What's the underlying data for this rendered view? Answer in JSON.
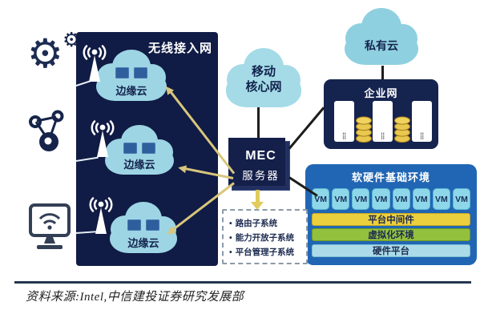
{
  "colors": {
    "navy_box": "#101c45",
    "edge_cloud_blue": "#9dd5e4",
    "core_cloud_blue": "#a4dbe7",
    "private_cloud_blue": "#8fd0e0",
    "mec_navy": "#223061",
    "enterprise_navy": "#15234f",
    "infra_blue": "#2166b4",
    "vm_cyan": "#8ed7e9",
    "middleware_yellow": "#eccf3d",
    "virtualization_green": "#93c13e",
    "hardware_cyan": "#abdbe9",
    "arrow_tan": "#d9c67c",
    "db_gold": "#e9c84f"
  },
  "icons": {
    "gear": "⚙"
  },
  "wireless_box": {
    "title": "无线接入网",
    "clouds": [
      {
        "label": "边缘云"
      },
      {
        "label": "边缘云"
      },
      {
        "label": "边缘云"
      }
    ]
  },
  "core_cloud": {
    "line1": "移动",
    "line2": "核心网"
  },
  "mec_server": {
    "line1": "MEC",
    "line2": "服务器"
  },
  "dashed_box": {
    "bullet": "•",
    "items": [
      "路由子系统",
      "能力开放子系统",
      "平台管理子系统"
    ]
  },
  "private_cloud": {
    "label": "私有云"
  },
  "enterprise": {
    "title": "企业网"
  },
  "infra": {
    "title": "软硬件基础环境",
    "vms": [
      "VM",
      "VM",
      "VM",
      "VM",
      "VM",
      "VM",
      "VM",
      "VM"
    ],
    "layers": [
      {
        "label": "平台中间件",
        "color": "#eccf3d"
      },
      {
        "label": "虚拟化环境",
        "color": "#93c13e"
      },
      {
        "label": "硬件平台",
        "color": "#abdbe9"
      }
    ]
  },
  "footer": {
    "source": "资料来源:Intel,中信建投证券研究发展部"
  }
}
